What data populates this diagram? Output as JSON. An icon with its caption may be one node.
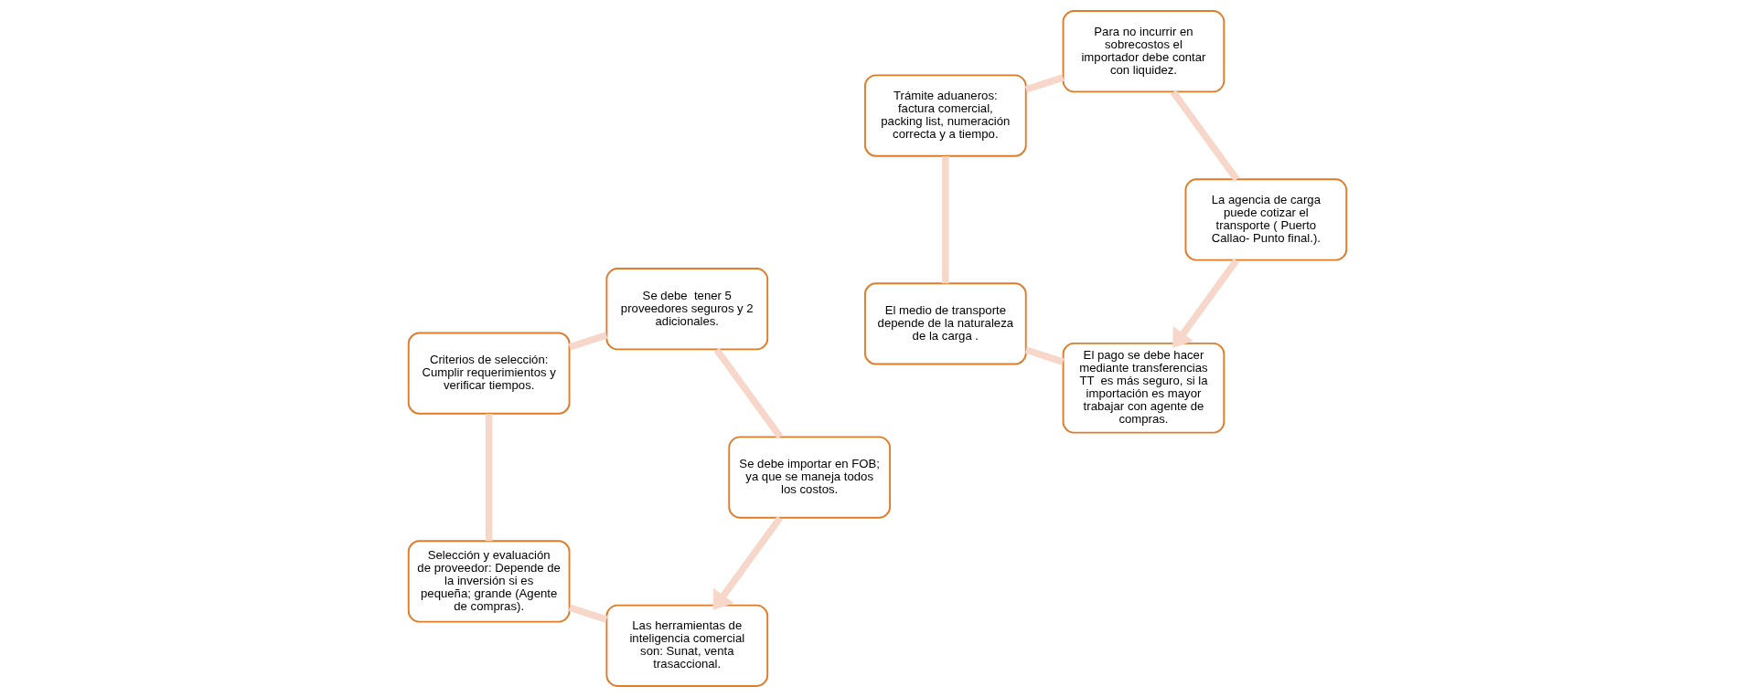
{
  "diagram": {
    "nodes": [
      {
        "text": [
          "Las herramientas de inteligencia comercial son: Sunat, venta trasaccional."
        ]
      },
      {
        "text": [
          "Selección y evaluación de proveedor: Depende de la inversión si es pequeña; grande (Agente de compras)."
        ]
      },
      {
        "text": [
          "Criterios de selección: Cumplir requerimientos y verificar tiempos."
        ]
      },
      {
        "text": [
          "Se debe  tener 5 proveedores seguros y 2 adicionales."
        ]
      },
      {
        "text": [
          "Se debe importar en FOB; ya que se maneja todos los costos."
        ]
      },
      {
        "text": [
          "El pago se debe hacer mediante transferencias TT  es más seguro, si la importación es mayor trabajar con agente de compras."
        ]
      },
      {
        "text": [
          "El medio de transporte depende de la naturaleza de la carga ."
        ]
      },
      {
        "text": [
          "Trámite aduaneros: factura comercial, packing list, numeración correcta y a tiempo."
        ]
      },
      {
        "text": [
          "Para no incurrir en sobrecostos el importador debe contar con liquidez."
        ]
      },
      {
        "text": [
          "La agencia de carga puede cotizar el transporte ( Puerto Callao- Punto final.)."
        ]
      }
    ],
    "edges": [
      {
        "from": 0,
        "to": 1,
        "arrow": "none"
      },
      {
        "from": 1,
        "to": 2,
        "arrow": "none"
      },
      {
        "from": 2,
        "to": 3,
        "arrow": "none"
      },
      {
        "from": 3,
        "to": 4,
        "arrow": "none"
      },
      {
        "from": 4,
        "to": 0,
        "arrow": "to"
      },
      {
        "from": 5,
        "to": 6,
        "arrow": "none"
      },
      {
        "from": 6,
        "to": 7,
        "arrow": "none"
      },
      {
        "from": 7,
        "to": 8,
        "arrow": "none"
      },
      {
        "from": 8,
        "to": 9,
        "arrow": "none"
      },
      {
        "from": 9,
        "to": 5,
        "arrow": "to"
      }
    ]
  }
}
